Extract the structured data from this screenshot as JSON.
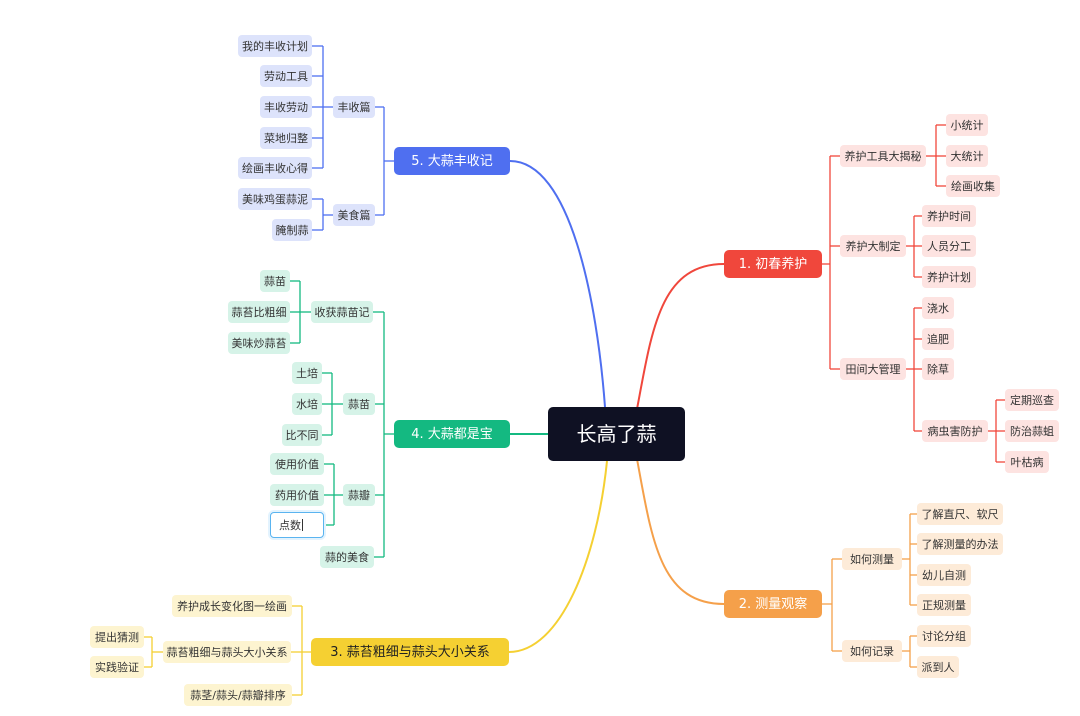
{
  "colors": {
    "root_bg": "#0f1123",
    "branch1": "#f0473c",
    "branch2": "#f5a04a",
    "branch3": "#f5d032",
    "branch4": "#14b981",
    "branch5": "#4f6ff0",
    "sub1": "#fde3e1",
    "sub2": "#fdebd8",
    "sub3": "#fdf4d0",
    "sub4": "#d6f3e8",
    "sub5": "#dde3fb"
  },
  "root": {
    "label": "长高了蒜"
  },
  "branches": [
    {
      "id": "b1",
      "label": "1. 初春养护",
      "color_key": "branch1",
      "sub_key": "sub1",
      "children": [
        {
          "label": "养护工具大揭秘",
          "children": [
            "小统计",
            "大统计",
            "绘画收集"
          ]
        },
        {
          "label": "养护大制定",
          "children": [
            "养护时间",
            "人员分工",
            "养护计划"
          ]
        },
        {
          "label": "田间大管理",
          "children": [
            "浇水",
            "追肥",
            "除草",
            {
              "label": "病虫害防护",
              "children": [
                "定期巡查",
                "防治蒜蛆",
                "叶枯病"
              ]
            }
          ]
        }
      ]
    },
    {
      "id": "b2",
      "label": "2. 测量观察",
      "color_key": "branch2",
      "sub_key": "sub2",
      "children": [
        {
          "label": "如何测量",
          "children": [
            "了解直尺、软尺",
            "了解测量的办法",
            "幼儿自测",
            "正规测量"
          ]
        },
        {
          "label": "如何记录",
          "children": [
            "讨论分组",
            "派到人"
          ]
        }
      ]
    },
    {
      "id": "b3",
      "label": "3. 蒜苔粗细与蒜头大小关系",
      "color_key": "branch3",
      "sub_key": "sub3",
      "children": [
        {
          "label": "养护成长变化图一绘画"
        },
        {
          "label": "蒜苔粗细与蒜头大小关系",
          "children": [
            "提出猜测",
            "实践验证"
          ]
        },
        {
          "label": "蒜茎/蒜头/蒜瓣排序"
        }
      ]
    },
    {
      "id": "b4",
      "label": "4. 大蒜都是宝",
      "color_key": "branch4",
      "sub_key": "sub4",
      "children": [
        {
          "label": "收获蒜苗记",
          "children": [
            "蒜苗",
            "蒜苔比粗细",
            "美味炒蒜苔"
          ]
        },
        {
          "label": "蒜苗",
          "children": [
            "土培",
            "水培",
            "比不同"
          ]
        },
        {
          "label": "蒜瓣",
          "children": [
            "使用价值",
            "药用价值",
            "点数"
          ]
        },
        {
          "label": "蒜的美食"
        }
      ]
    },
    {
      "id": "b5",
      "label": "5. 大蒜丰收记",
      "color_key": "branch5",
      "sub_key": "sub5",
      "children": [
        {
          "label": "丰收篇",
          "children": [
            "我的丰收计划",
            "劳动工具",
            "丰收劳动",
            "菜地归整",
            "绘画丰收心得"
          ]
        },
        {
          "label": "美食篇",
          "children": [
            "美味鸡蛋蒜泥",
            "腌制蒜"
          ]
        }
      ]
    }
  ]
}
